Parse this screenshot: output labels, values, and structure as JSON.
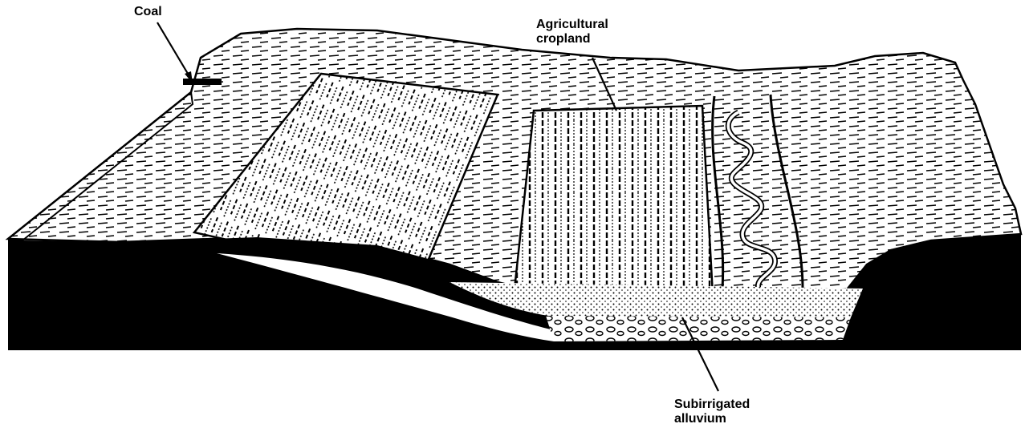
{
  "labels": {
    "coal": "Coal",
    "cropland_line1": "Agricultural",
    "cropland_line2": "cropland",
    "alluvium_line1": "Subirrigated",
    "alluvium_line2": "alluvium"
  },
  "colors": {
    "ink": "#000000",
    "paper": "#ffffff"
  }
}
